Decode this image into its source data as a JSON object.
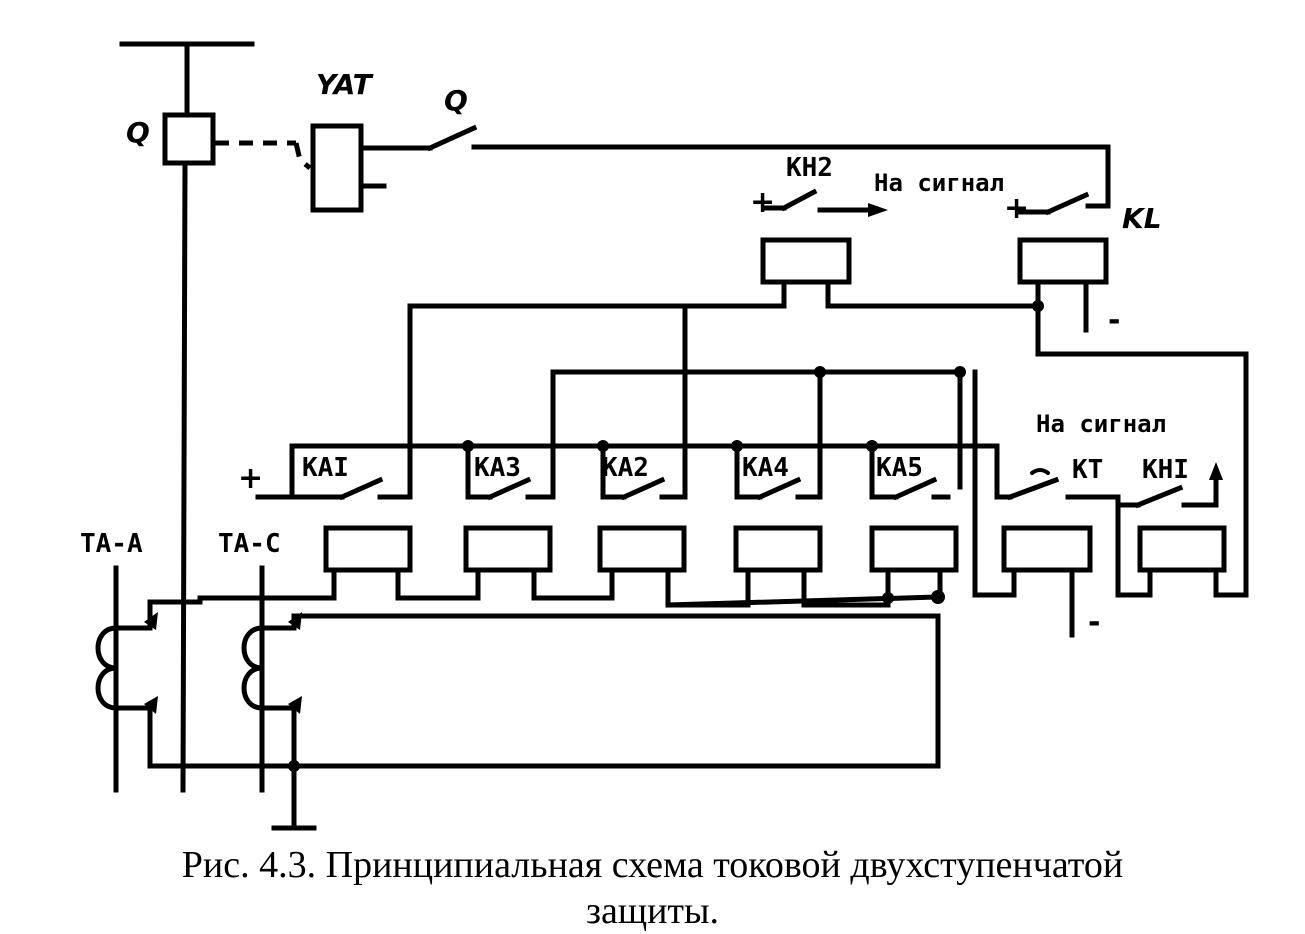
{
  "labels": {
    "breaker": "Q",
    "trip_coil": "YAT",
    "breaker_aux_contact": "Q",
    "kh2": "KH2",
    "kl": "KL",
    "to_signal_top": "На сигнал",
    "to_signal_mid": "На сигнал",
    "ka1": "KAI",
    "ka3": "KA3",
    "ka2": "KA2",
    "ka4": "KA4",
    "ka5": "KA5",
    "kt": "KT",
    "kh1": "KHI",
    "ta_a": "TA-A",
    "ta_c": "TA-C"
  },
  "polarity": {
    "plus": "+",
    "minus": "-"
  },
  "caption": {
    "line1": "Рис. 4.3. Принципиальная схема токовой двухступенчатой",
    "line2": "защиты."
  }
}
